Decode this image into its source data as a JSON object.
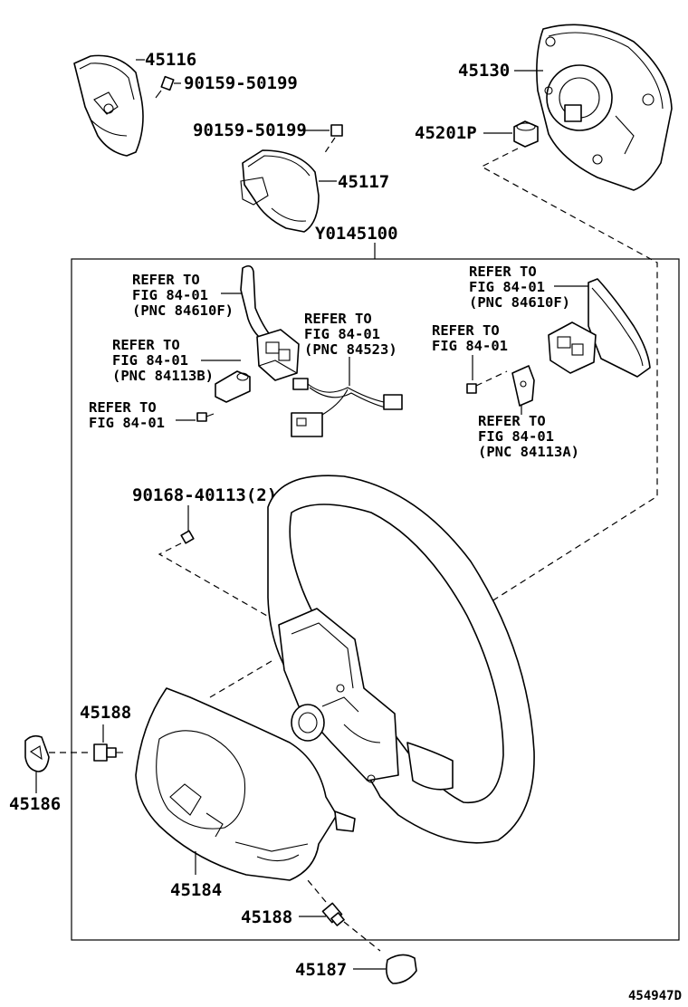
{
  "parts": {
    "p45116": "45116",
    "screw_a": "90159-50199",
    "screw_b": "90159-50199",
    "p45117": "45117",
    "p45130": "45130",
    "p45201p": "45201P",
    "assembly": "Y0145100",
    "screw_c": "90168-40113(2)",
    "p45188_top": "45188",
    "p45186": "45186",
    "p45184": "45184",
    "p45188_bottom": "45188",
    "p45187": "45187"
  },
  "refs": [
    {
      "line1": "REFER TO",
      "line2": "FIG 84-01",
      "line3": "(PNC 84610F)"
    },
    {
      "line1": "REFER TO",
      "line2": "FIG 84-01",
      "line3": "(PNC 84113B)"
    },
    {
      "line1": "REFER TO",
      "line2": "FIG 84-01"
    },
    {
      "line1": "REFER TO",
      "line2": "FIG 84-01",
      "line3": "(PNC 84523)"
    },
    {
      "line1": "REFER TO",
      "line2": "FIG 84-01",
      "line3": "(PNC 84610F)"
    },
    {
      "line1": "REFER TO",
      "line2": "FIG 84-01"
    },
    {
      "line1": "REFER TO",
      "line2": "FIG 84-01",
      "line3": "(PNC 84113A)"
    }
  ],
  "figure_id": "454947D"
}
